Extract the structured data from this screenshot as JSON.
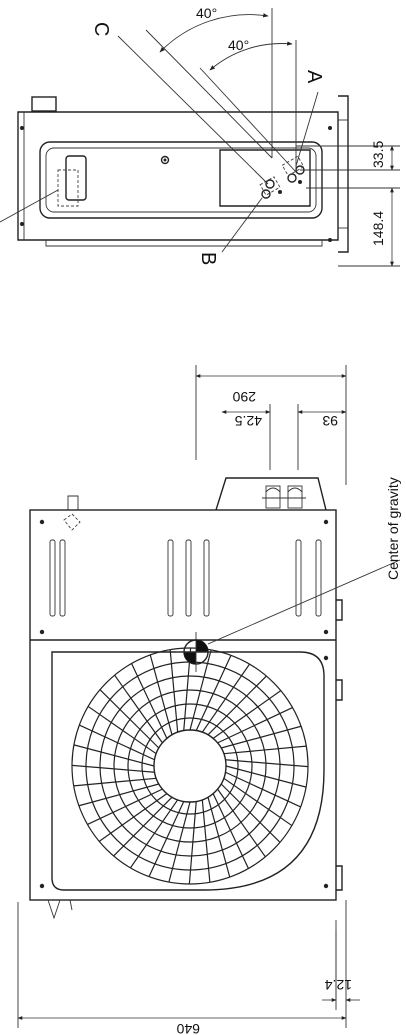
{
  "labels": {
    "port_a": "A",
    "port_b": "B",
    "port_c": "C",
    "angle_outer": "40°",
    "angle_inner": "40°",
    "dim_33_5": "33.5",
    "dim_148_4": "148.4",
    "dim_290": "290",
    "dim_42_5": "42.5",
    "dim_93": "93",
    "center_of_gravity": "Center of gravity",
    "dim_12_4": "12.4",
    "dim_640": "640"
  },
  "colors": {
    "line": "#222222",
    "background": "#ffffff"
  },
  "icons": {
    "center_of_gravity": "center-of-gravity-symbol",
    "fan_guard": "fan-grille"
  }
}
